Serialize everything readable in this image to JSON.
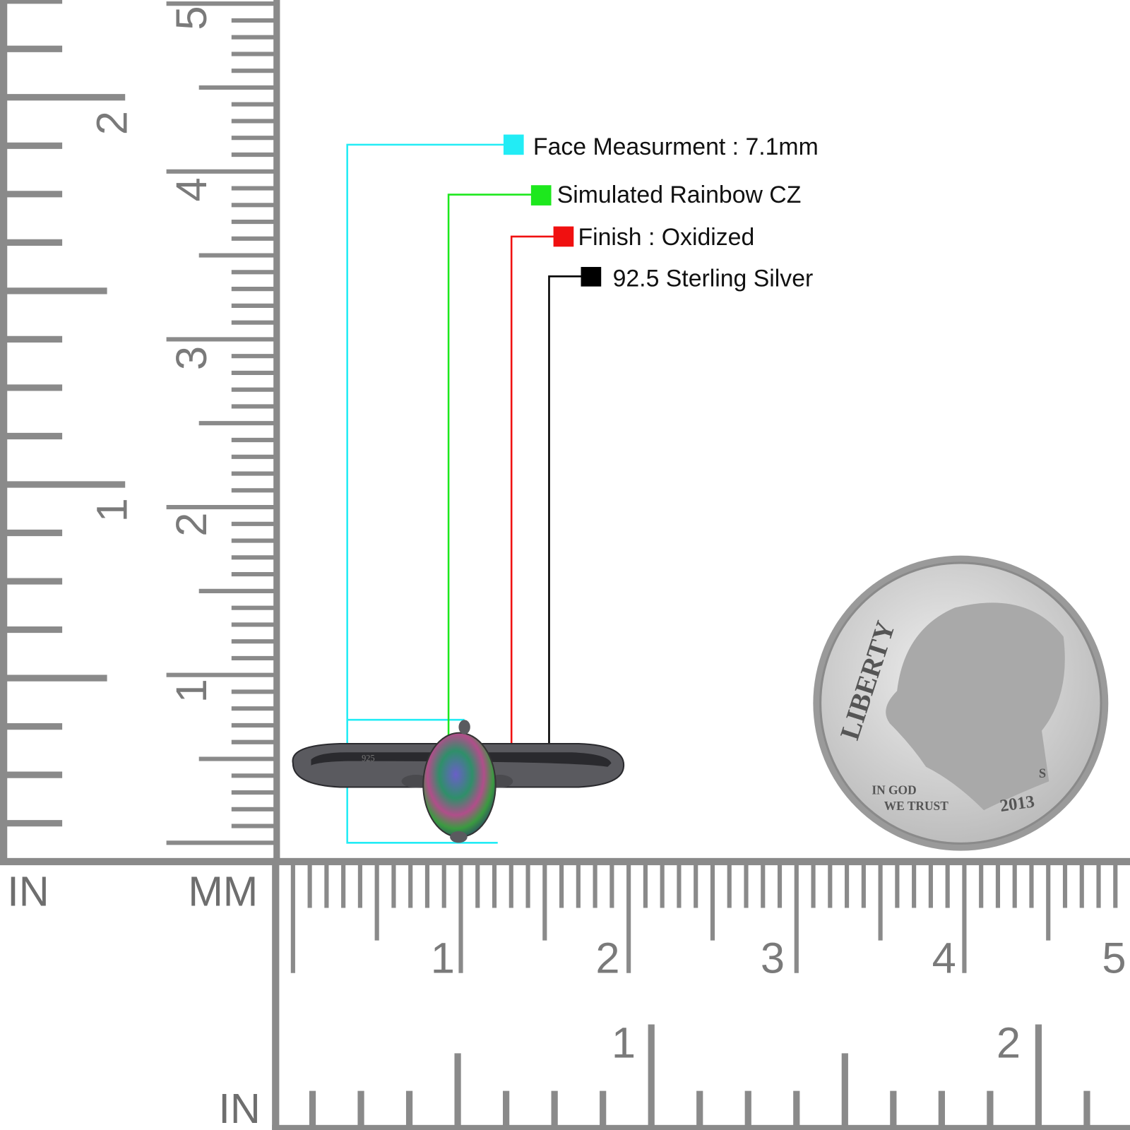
{
  "labels": {
    "face": "Face Measurment : 7.1mm",
    "stone": "Simulated Rainbow CZ",
    "finish": "Finish : Oxidized",
    "metal": "92.5 Sterling Silver"
  },
  "colors": {
    "face": "#22ecf5",
    "stone": "#1de81d",
    "finish": "#f01010",
    "metal": "#000000",
    "ruler": "#8a8a8a"
  },
  "ruler": {
    "unit_in_left": "IN",
    "unit_mm": "MM",
    "unit_in_bottom": "IN",
    "vertical_inch_numbers": [
      "1",
      "2"
    ],
    "vertical_cm_numbers": [
      "1",
      "2",
      "3",
      "4",
      "5"
    ],
    "horizontal_cm_numbers": [
      "1",
      "2",
      "3",
      "4",
      "5"
    ],
    "horizontal_inch_numbers": [
      "1",
      "2"
    ]
  },
  "ring": {
    "stamp": "925"
  },
  "coin": {
    "liberty": "LIBERTY",
    "motto_1": "IN GOD",
    "motto_2": "WE TRUST",
    "year": "2013",
    "mint": "S"
  }
}
